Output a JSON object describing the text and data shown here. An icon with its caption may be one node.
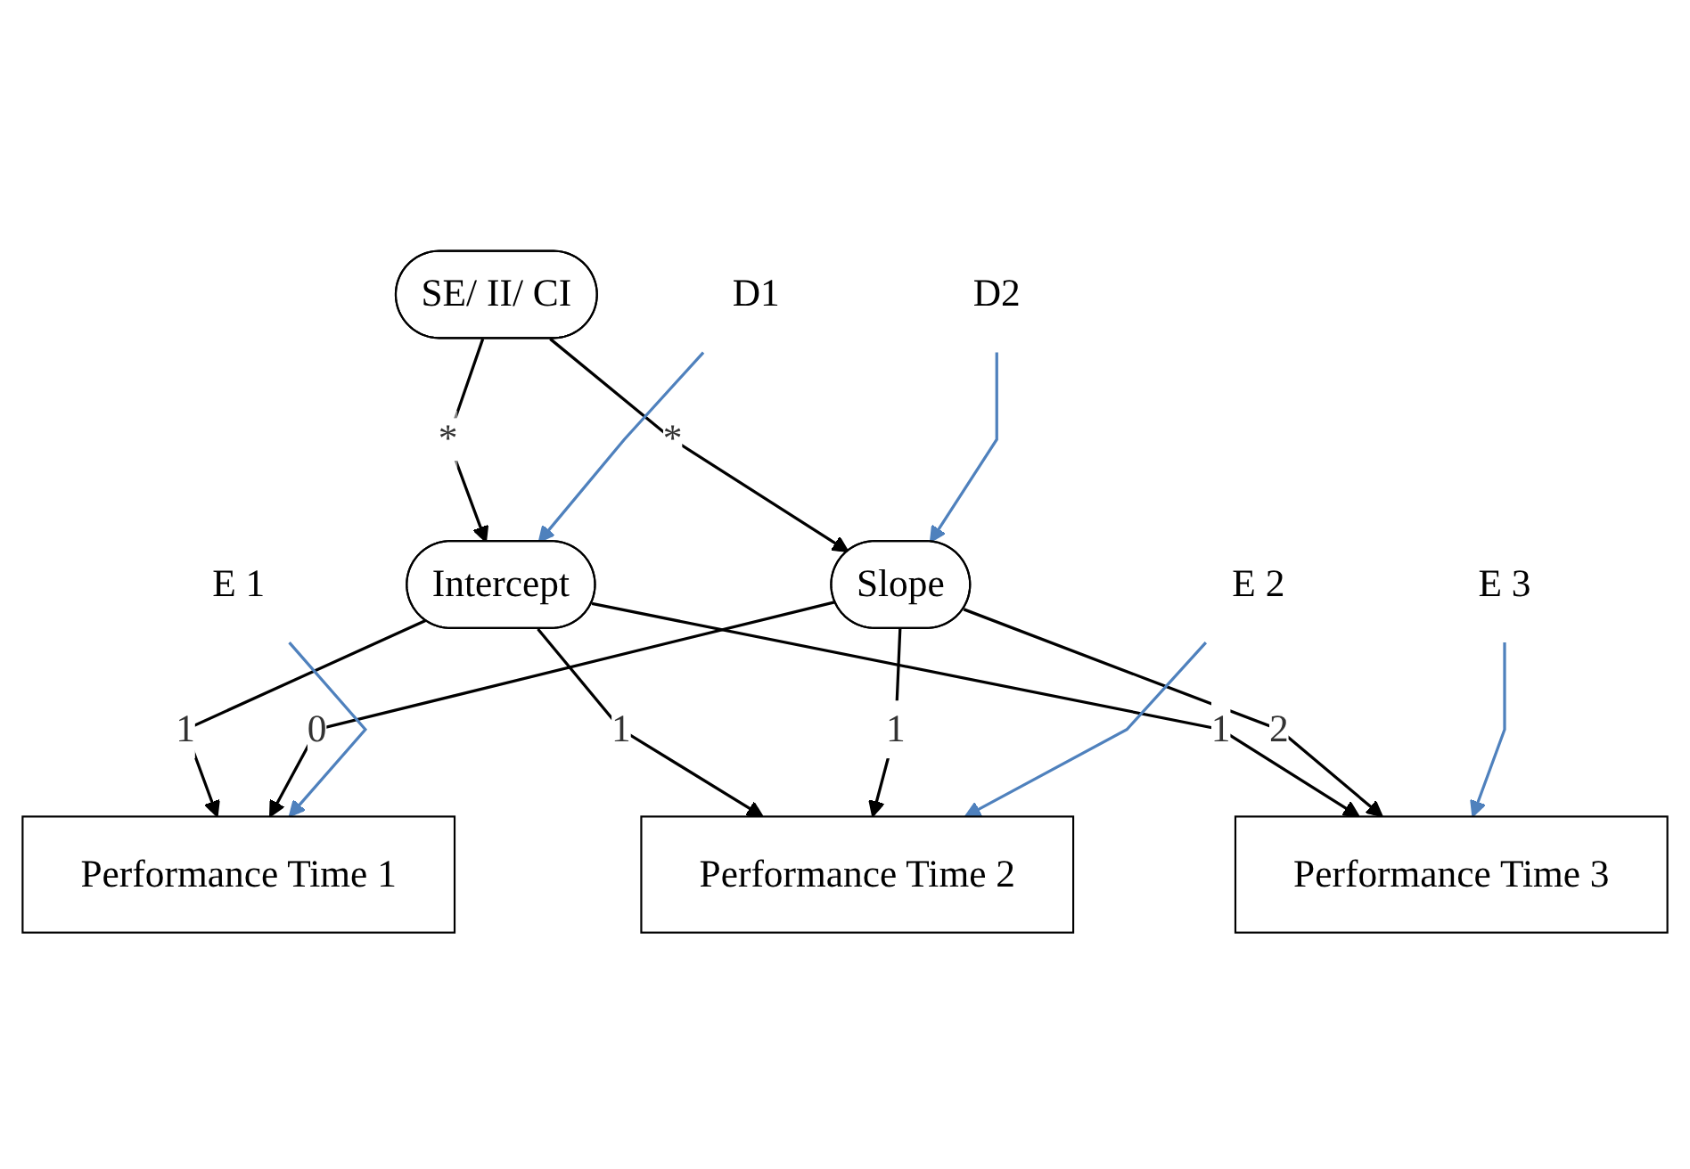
{
  "diagram": {
    "nodes": [
      {
        "text": [
          "SE/ II/ CI"
        ]
      },
      {
        "text": [
          "Intercept"
        ]
      },
      {
        "text": [
          "Slope"
        ]
      },
      {
        "text": [
          "Performance Time 1"
        ]
      },
      {
        "text": [
          "Performance Time 2"
        ]
      },
      {
        "text": [
          "Performance Time 3"
        ]
      },
      {
        "text": [
          "D1"
        ]
      },
      {
        "text": [
          "D2"
        ]
      },
      {
        "text": [
          "E 1"
        ]
      },
      {
        "text": [
          "E 2"
        ]
      },
      {
        "text": [
          "E 3"
        ]
      }
    ],
    "edges": [
      {
        "from": 0,
        "to": 1,
        "arrow": "to",
        "label": "*"
      },
      {
        "from": 0,
        "to": 2,
        "arrow": "to",
        "label": "*"
      },
      {
        "from": 1,
        "to": 3,
        "arrow": "to",
        "label": "1"
      },
      {
        "from": 1,
        "to": 4,
        "arrow": "to",
        "label": "1"
      },
      {
        "from": 1,
        "to": 5,
        "arrow": "to",
        "label": "1"
      },
      {
        "from": 2,
        "to": 3,
        "arrow": "to",
        "label": "0"
      },
      {
        "from": 2,
        "to": 4,
        "arrow": "to",
        "label": "1"
      },
      {
        "from": 2,
        "to": 5,
        "arrow": "to",
        "label": "2"
      },
      {
        "from": 6,
        "to": 1,
        "arrow": "to",
        "color": "#4f81bd"
      },
      {
        "from": 7,
        "to": 2,
        "arrow": "to",
        "color": "#4f81bd"
      },
      {
        "from": 8,
        "to": 3,
        "arrow": "to",
        "color": "#4f81bd"
      },
      {
        "from": 9,
        "to": 4,
        "arrow": "to",
        "color": "#4f81bd"
      },
      {
        "from": 10,
        "to": 5,
        "arrow": "to",
        "color": "#4f81bd"
      }
    ]
  }
}
